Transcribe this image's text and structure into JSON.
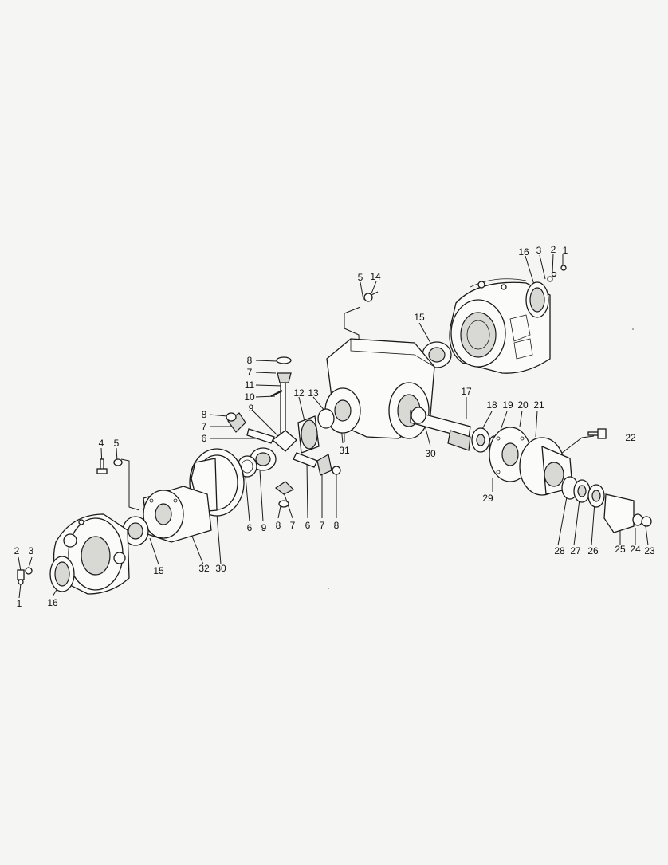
{
  "callouts": [
    "1",
    "2",
    "3",
    "16",
    "5",
    "14",
    "15",
    "8",
    "7",
    "11",
    "10",
    "9",
    "12",
    "13",
    "6",
    "31",
    "30",
    "17",
    "18",
    "19",
    "20",
    "21",
    "22",
    "29",
    "4",
    "32",
    "28",
    "27",
    "26",
    "25",
    "24",
    "23"
  ],
  "colors": {
    "ink": "#1a1a1a",
    "paper": "#f5f5f3"
  }
}
